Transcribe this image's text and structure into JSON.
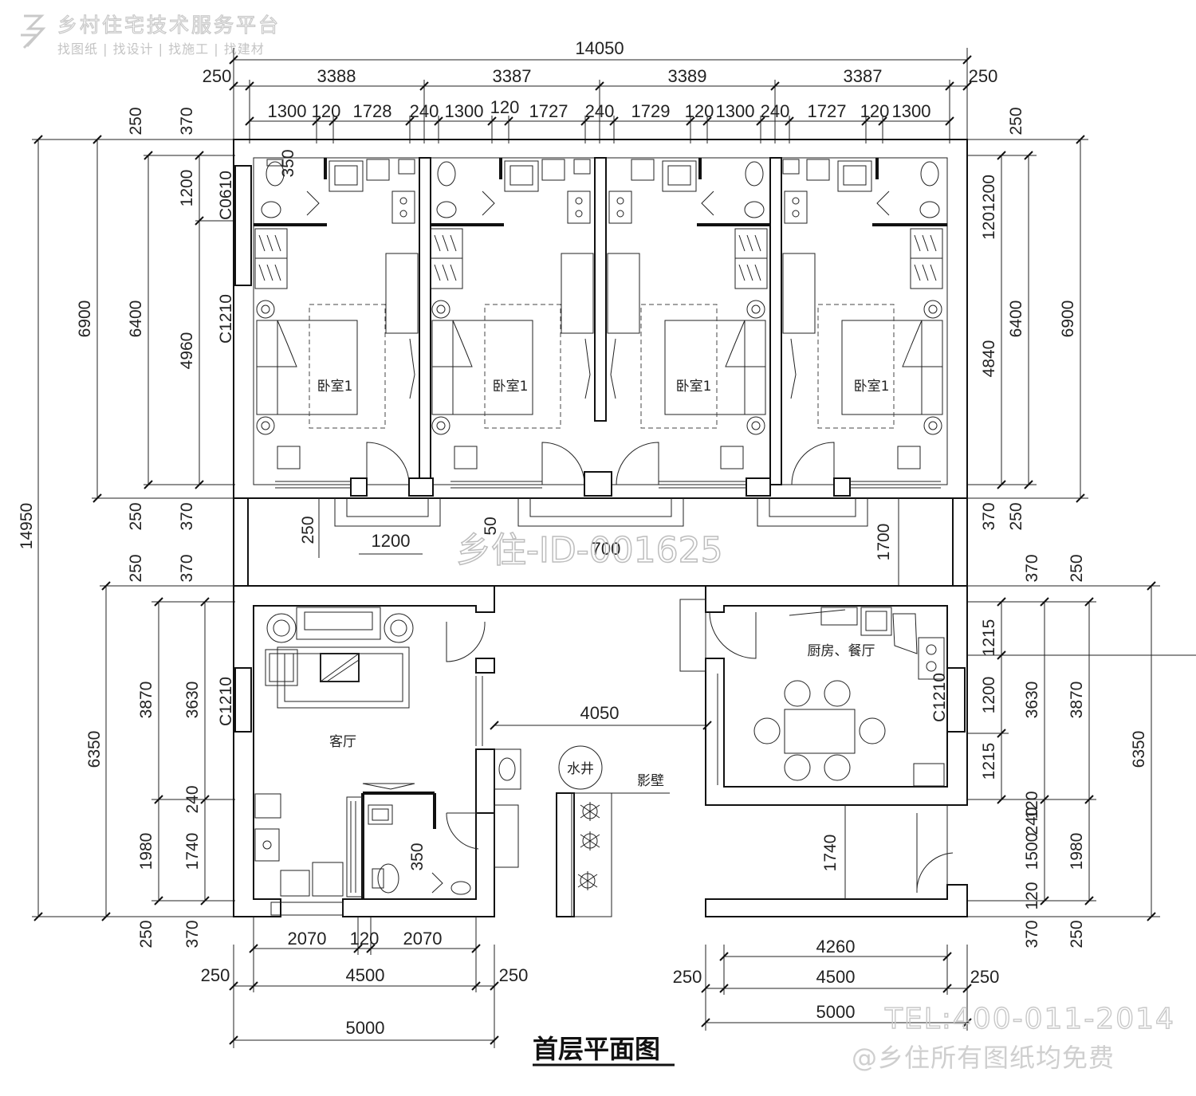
{
  "brand": {
    "name": "乡村住宅技术服务平台",
    "tagline": "找图纸 | 找设计 | 找施工 | 找建材"
  },
  "watermark": "乡住-ID-001625",
  "contact": {
    "tel": "TEL:400-011-2014",
    "note": "@乡住所有图纸均免费"
  },
  "title": "首层平面图",
  "rooms": {
    "bedroom": "卧室1",
    "living": "客厅",
    "kitchen": "厨房、餐厅",
    "well": "水井",
    "screen_wall": "影壁"
  },
  "windows": {
    "c0610": "C0610",
    "c1210": "C1210"
  },
  "dims_top": {
    "total": "14050",
    "seg": [
      "3388",
      "3387",
      "3389",
      "3387"
    ],
    "edge": "250",
    "fine": [
      "1300",
      "120",
      "1728",
      "240",
      "1300",
      "120",
      "1727",
      "240",
      "1729",
      "120",
      "1300",
      "240",
      "1727",
      "120",
      "1300"
    ]
  },
  "dims_left": {
    "overall": "14950",
    "upper_a": "6900",
    "upper_b": "6400",
    "c250": "250",
    "c370": "370",
    "upper_c": [
      "1200",
      "4960"
    ],
    "lower_a": "6350",
    "lower_b": "3870",
    "lower_c": "3630",
    "lower_d": "1980",
    "lower_e": "1740",
    "lower_f": "240"
  },
  "dims_right": {
    "upper_a": "6900",
    "upper_b": "6400",
    "upper_c": [
      "1201200",
      "4840"
    ],
    "lower_a": "6350",
    "lower_b": "3870",
    "lower_c": "3630",
    "lower_d": [
      "1215",
      "1200",
      "1215"
    ],
    "lower_e": "1980",
    "lower_f": [
      "120",
      "240",
      "1500",
      "120"
    ],
    "c250": "250",
    "c370": "370"
  },
  "dims_mid": {
    "corridor_250": "250",
    "corridor_1200": "1200",
    "corridor_50": "50",
    "corridor_700": "700",
    "corridor_1700": "1700",
    "court_4050": "4050",
    "bath_350": "350",
    "bath2_350": "350",
    "gate_1740": "1740"
  },
  "dims_bottom_left": {
    "a": "2070",
    "b": "120",
    "c": "2070",
    "inner": "4500",
    "outer": "5000",
    "edge": "250"
  },
  "dims_bottom_right": {
    "a": "4260",
    "inner": "4500",
    "outer": "5000",
    "edge": "250"
  }
}
